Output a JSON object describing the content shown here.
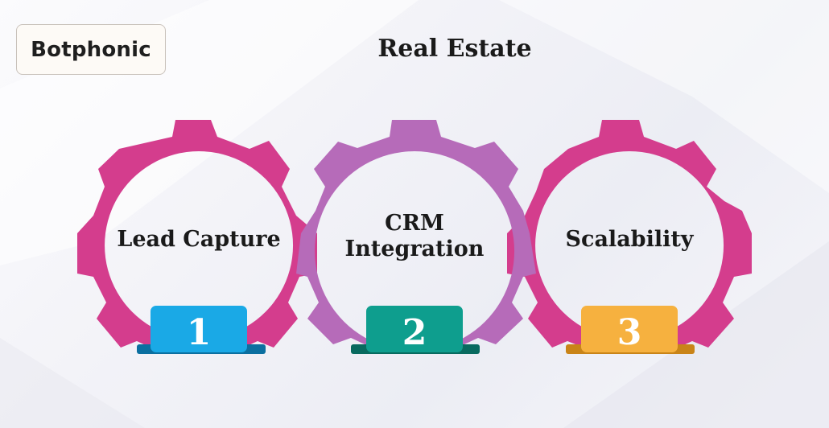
{
  "logo": {
    "text": "Botphonic"
  },
  "title": "Real Estate",
  "steps": [
    {
      "number": "1",
      "label": "Lead Capture",
      "ring_color": "#d43d8d",
      "badge_color": "#1aa9e6",
      "badge_shadow": "#0b6fa0"
    },
    {
      "number": "2",
      "label_line1": "CRM",
      "label_line2": "Integration",
      "ring_color": "#b66bb9",
      "badge_color": "#0e9e8e",
      "badge_shadow": "#086a5f"
    },
    {
      "number": "3",
      "label": "Scalability",
      "ring_color": "#d43d8d",
      "badge_color": "#f6b13f",
      "badge_shadow": "#c98418"
    }
  ]
}
